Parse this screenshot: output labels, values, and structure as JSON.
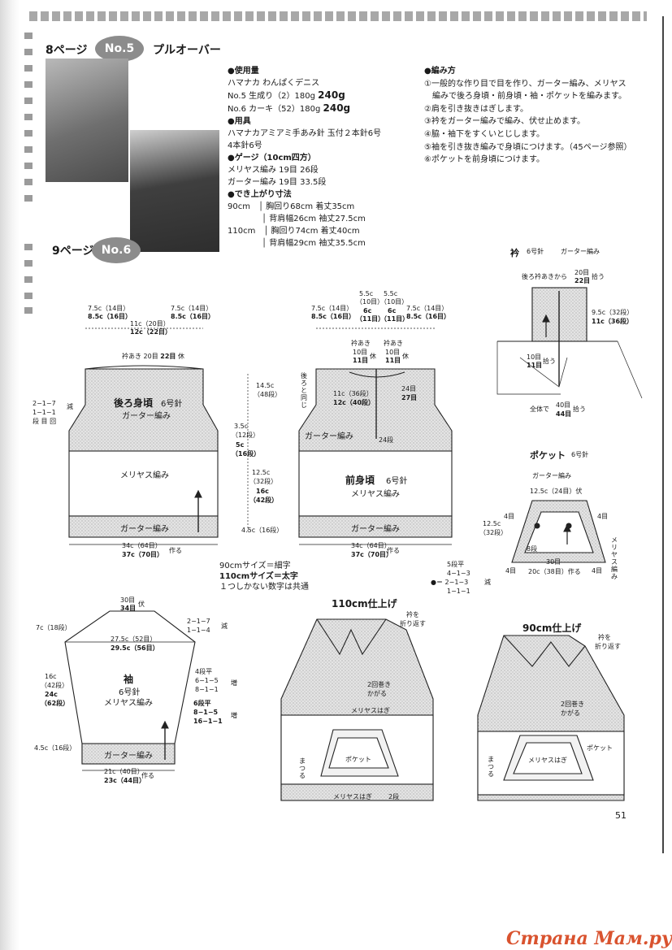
{
  "header": {
    "page8_label": "8ページ",
    "no5": "No.5",
    "title": "プルオーバー",
    "page9_label": "9ページ",
    "no6": "No.6"
  },
  "materials": {
    "yarn_heading": "●使用量",
    "yarn_brand": "ハマナカ わんぱくデニス",
    "no5_line": "No.5 生成り（2）180g",
    "no5_weight": "240g",
    "no6_line": "No.6 カーキ（52）180g",
    "no6_weight": "240g",
    "tools_heading": "●用具",
    "tools_line1": "ハマナカアミアミ手あみ針 玉付２本針6号",
    "tools_line2": "4本針6号",
    "gauge_heading": "●ゲージ（10cm四方）",
    "gauge_stockinette": "メリヤス編み 19目 26段",
    "gauge_garter": "ガーター編み 19目 33.5段",
    "finished_heading": "●でき上がり寸法",
    "size90": "90cm",
    "size90_line1": "胸回り68cm 着丈35cm",
    "size90_line2": "背肩幅26cm 袖丈27.5cm",
    "size110": "110cm",
    "size110_line1": "胸回り74cm 着丈40cm",
    "size110_line2": "背肩幅29cm 袖丈35.5cm"
  },
  "steps": {
    "heading": "●編み方",
    "items": [
      "①一般的な作り目で目を作り、ガーター編み、メリヤス",
      "　編みで後ろ身頃・前身頃・袖・ポケットを編みます。",
      "②肩を引き抜きはぎします。",
      "③衿をガーター編みで編み、伏せ止めます。",
      "④脇・袖下をすくいとじします。",
      "⑤袖を引き抜き編みで身頃につけます。（45ページ参照）",
      "⑥ポケットを前身頃につけます。"
    ]
  },
  "back": {
    "top_left": "7.5c（14目）",
    "top_left_b": "8.5c（16目）",
    "top_mid": "11c（20目）",
    "top_mid_b": "12c（22目）",
    "top_right": "7.5c（14目）",
    "top_right_b": "8.5c（16目）",
    "neck": "衿あき",
    "neck_st": "20目",
    "neck_st_b": "22目",
    "neck_bo": "休",
    "dec": "2−1−7",
    "dec2": "1−1−1",
    "dec3": "段 目 回",
    "dec_label": "減",
    "title": "後ろ身頃",
    "needle": "6号針",
    "pattern1": "ガーター編み",
    "pattern2": "メリヤス編み",
    "pattern3": "ガーター編み",
    "h1": "14.5c",
    "h1s": "（48段）",
    "h2": "3.5c",
    "h2s": "（12段）",
    "h2b": "5c",
    "h2bs": "（16段）",
    "h3": "12.5c",
    "h3s": "（32段）",
    "h3b": "16c",
    "h3bs": "（42段）",
    "h4": "4.5c（16段）",
    "bottom": "34c（64目）",
    "bottom_b": "37c（70目）",
    "cast": "作る"
  },
  "front": {
    "t1": "5.5c",
    "t1s": "（10目）",
    "t1b": "6c",
    "t1bs": "（11目）",
    "t2": "5.5c",
    "t2s": "（10目）",
    "t2b": "6c",
    "t2bs": "（11目）",
    "tl": "7.5c（14目）",
    "tlb": "8.5c（16目）",
    "tr": "7.5c（14目）",
    "trb": "8.5c（16目）",
    "neck_l": "衿あき",
    "neck_l_a": "10目",
    "neck_l_b": "11目",
    "neck_l_r": "休",
    "neck_r": "衿あき",
    "neck_r_a": "10目",
    "neck_r_b": "11目",
    "neck_r_r": "休",
    "same": "後ろと同じ",
    "m1": "11c（36段）",
    "m1b": "12c（40段）",
    "r1": "24目",
    "r1b": "27目",
    "garter": "ガーター編み",
    "rows24": "24段",
    "title": "前身頃",
    "needle": "6号針",
    "pattern": "メリヤス編み",
    "pattern2": "ガーター編み",
    "bottom": "34c（64目）",
    "bottom_b": "37c（70目）",
    "cast": "作る"
  },
  "size_note": {
    "line1": "90cmサイズ＝細字",
    "line2": "110cmサイズ＝太字",
    "line3": "１つしかない数字は共通"
  },
  "collar": {
    "title": "衿",
    "needle": "6号針",
    "pattern": "ガーター編み",
    "pickup": "後ろ衿あきから",
    "pickup_a": "20目",
    "pickup_b": "22目",
    "pickup_r": "拾う",
    "h": "9.5c（32段）",
    "hb": "11c（36段）",
    "side": "10目",
    "side_b": "11目",
    "side_r": "拾う",
    "total": "全体で",
    "total_a": "40目",
    "total_b": "44目",
    "total_r": "拾う"
  },
  "pocket": {
    "title": "ポケット",
    "needle": "6号針",
    "pattern": "ガーター編み",
    "top": "12.5c（24目）伏",
    "side": "12.5c",
    "side_s": "（32段）",
    "l1": "4目",
    "r1": "4目",
    "rows8": "8段",
    "b1": "30目",
    "b2": "4目",
    "b3": "20c（38目）作る",
    "b4": "4目",
    "right": "メリヤス編み",
    "dec_a": "5段平",
    "dec_b": "4−1−3",
    "dec_c": "2−1−3",
    "dec_d": "1−1−1",
    "dec_label": "減",
    "dec_sym": "●＝"
  },
  "sleeve": {
    "top": "30目",
    "top_b": "34目",
    "top_r": "伏",
    "left": "7c（18段）",
    "dec": "2−1−7",
    "dec2": "1−1−4",
    "dec_label": "減",
    "w": "27.5c（52目）",
    "wb": "29.5c（56目）",
    "title": "袖",
    "needle": "6号針",
    "pattern": "メリヤス編み",
    "h": "16c",
    "hs": "（42段）",
    "hb": "24c",
    "hbs": "（62段）",
    "inc_a": "4段平",
    "inc_b": "6−1−5",
    "inc_c": "8−1−1",
    "inc_label": "増",
    "inc_d": "6段平",
    "inc_e": "8−1−5",
    "inc_f": "16−1−1",
    "inc_label2": "増",
    "garter": "ガーター編み",
    "bh": "4.5c（16段）",
    "bottom": "21c（40目）",
    "bottom_b": "23c（44目）",
    "cast": "作る"
  },
  "finish110": {
    "title": "110cm仕上げ",
    "fold": "衿を",
    "fold2": "折り返す",
    "twist": "2回巻き",
    "twist2": "かがる",
    "stockinette": "メリヤスはぎ",
    "pocket": "ポケット",
    "whip": "まつる",
    "stock2": "メリヤスはぎ",
    "rows": "2段"
  },
  "finish90": {
    "title": "90cm仕上げ",
    "fold": "衿を",
    "fold2": "折り返す",
    "twist": "2回巻き",
    "twist2": "かがる",
    "pocket": "ポケット",
    "stockinette": "メリヤスはぎ",
    "whip": "まつる"
  },
  "page_number": "51",
  "watermark": "Страна Мам.ру"
}
